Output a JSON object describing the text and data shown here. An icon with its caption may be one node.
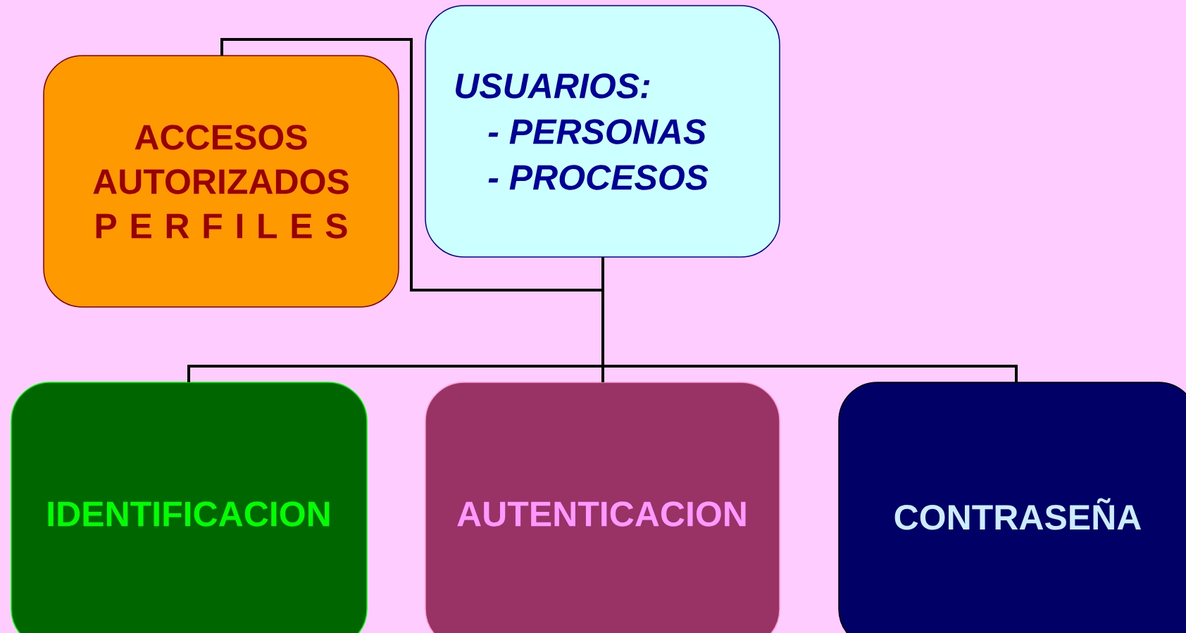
{
  "diagram": {
    "nodes": [
      {
        "text": [
          "ACCESOS AUTORIZADOS",
          "P E R F I L E S"
        ]
      },
      {
        "text": [
          "USUARIOS:",
          "- PERSONAS",
          "- PROCESOS"
        ]
      },
      {
        "text": [
          "IDENTIFICACION"
        ]
      },
      {
        "text": [
          "AUTENTICACION"
        ]
      },
      {
        "text": [
          "CONTRASEÑA"
        ]
      }
    ],
    "edges": [
      {
        "from": 1,
        "to": 0,
        "arrow": "none"
      },
      {
        "from": 1,
        "to": 2,
        "arrow": "none"
      },
      {
        "from": 1,
        "to": 3,
        "arrow": "none"
      },
      {
        "from": 1,
        "to": 4,
        "arrow": "none"
      }
    ]
  }
}
